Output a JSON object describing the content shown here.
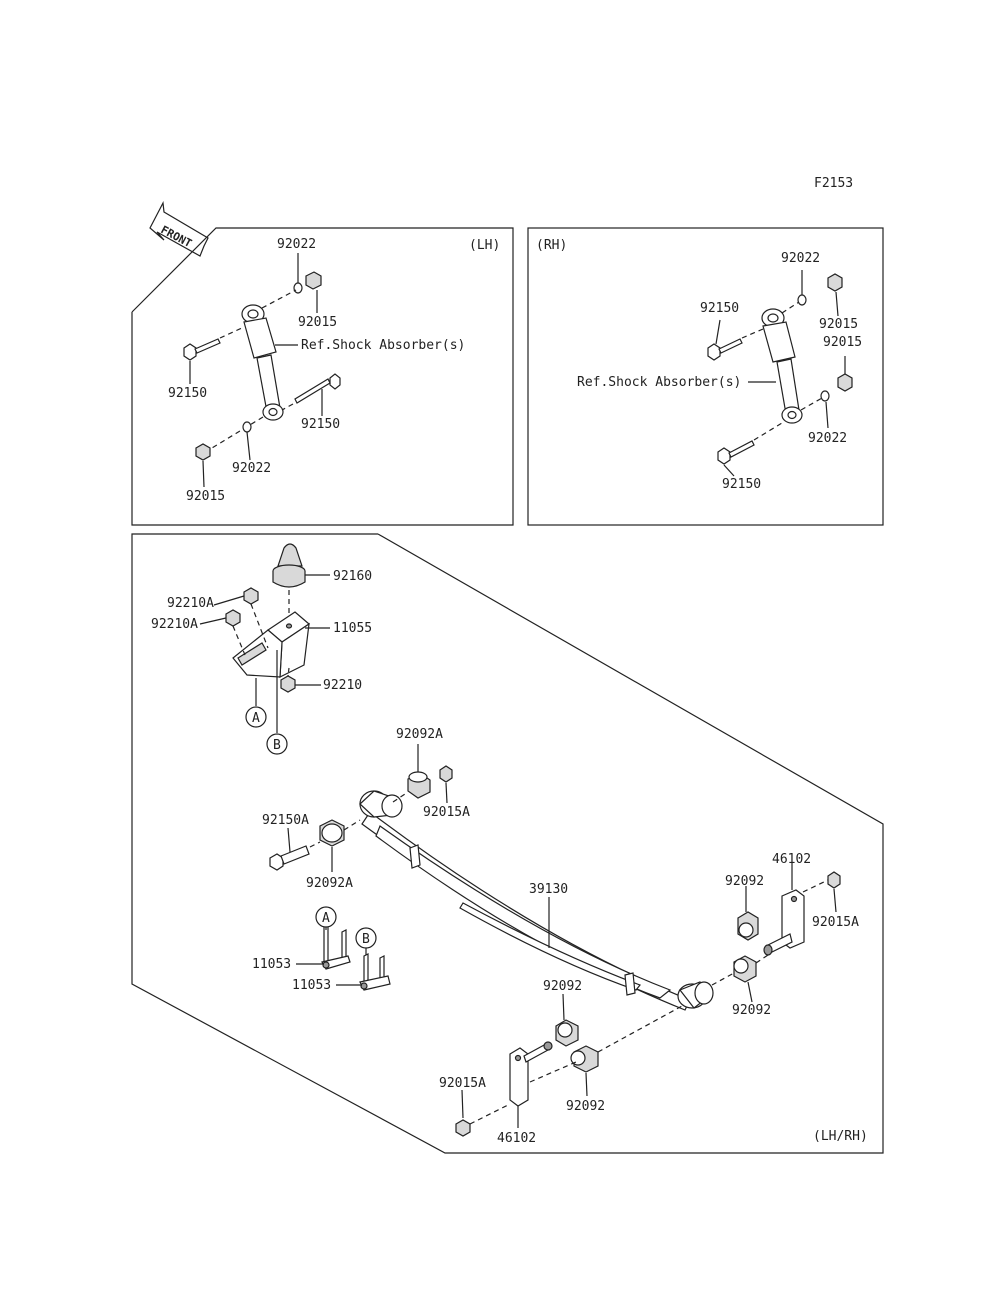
{
  "figure_code": "F2153",
  "front_arrow": "FRONT",
  "lh_panel": {
    "side": "(LH)",
    "ref": "Ref.Shock Absorber(s)",
    "labels": {
      "a": "92022",
      "b": "92015",
      "c": "92150",
      "d": "92150",
      "e": "92022",
      "f": "92015"
    }
  },
  "rh_panel": {
    "side": "(RH)",
    "ref": "Ref.Shock Absorber(s)",
    "labels": {
      "a": "92022",
      "b": "92150",
      "c": "92015",
      "d": "92015",
      "e": "92022",
      "f": "92150"
    }
  },
  "main_panel": {
    "side": "(LH/RH)",
    "callout_a": "A",
    "callout_b": "B",
    "labels": {
      "bump_stop": "92160",
      "nut_a1": "92210A",
      "nut_a2": "92210A",
      "bracket": "11055",
      "nut": "92210",
      "bush_a_top": "92092A",
      "nut_a_top": "92015A",
      "bolt_a": "92150A",
      "bush_a_left": "92092A",
      "leaf_spring": "39130",
      "shackle_right": "46102",
      "bush_r1": "92092",
      "nut_right": "92015A",
      "bush_r2": "92092",
      "ubolt_1": "11053",
      "ubolt_2": "11053",
      "bush_l1": "92092",
      "nut_left": "92015A",
      "bush_l2": "92092",
      "shackle_left": "46102"
    }
  },
  "icons": [
    "front-arrow-icon",
    "shock-absorber-icon",
    "bolt-icon",
    "nut-icon",
    "washer-icon",
    "leaf-spring-icon",
    "bump-stop-icon",
    "bracket-icon",
    "bushing-icon",
    "shackle-icon",
    "u-bolt-icon"
  ]
}
